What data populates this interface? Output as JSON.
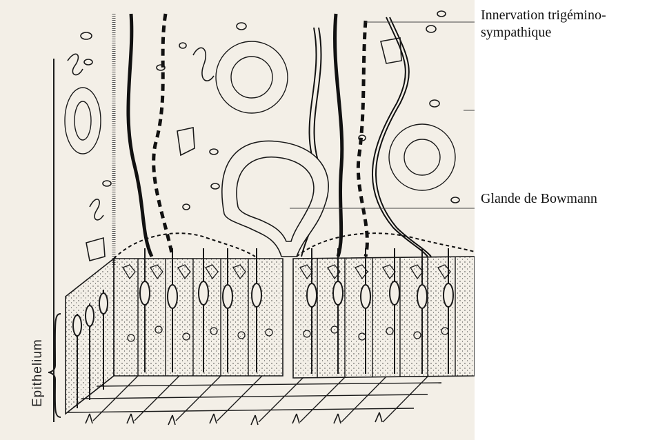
{
  "labels": {
    "innervation": "Innervation trigémino-sympathique",
    "glande": "Glande de Bowmann",
    "epithelium": "Epithelium"
  },
  "colors": {
    "paper": "#f2eee6",
    "ink": "#1a1a1a",
    "background": "#ffffff"
  }
}
